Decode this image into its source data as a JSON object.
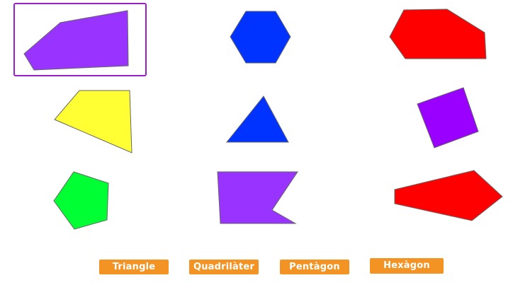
{
  "colors": {
    "purple": "#9933ff",
    "blue": "#0033ff",
    "red": "#ff0000",
    "yellow": "#ffff33",
    "green": "#00ff33",
    "violet": "#9900ff",
    "selection_border": "#9b1fc8",
    "button_bg": "#f39323"
  },
  "shapes": [
    {
      "name": "shape-quadrilateral-purple-selected",
      "color": "purple",
      "selected": true
    },
    {
      "name": "shape-hexagon-blue",
      "color": "blue",
      "selected": false
    },
    {
      "name": "shape-pentagon-red-top",
      "color": "red",
      "selected": false
    },
    {
      "name": "shape-quadrilateral-yellow",
      "color": "yellow",
      "selected": false
    },
    {
      "name": "shape-triangle-blue",
      "color": "blue",
      "selected": false
    },
    {
      "name": "shape-square-violet",
      "color": "violet",
      "selected": false
    },
    {
      "name": "shape-pentagon-green",
      "color": "green",
      "selected": false
    },
    {
      "name": "shape-pentagon-purple-notched",
      "color": "purple",
      "selected": false
    },
    {
      "name": "shape-pentagon-red-bottom",
      "color": "red",
      "selected": false
    }
  ],
  "buttons": {
    "triangle": "Triangle",
    "quadrilateral": "Quadrilàter",
    "pentagon": "Pentàgon",
    "hexagon": "Hexàgon"
  }
}
